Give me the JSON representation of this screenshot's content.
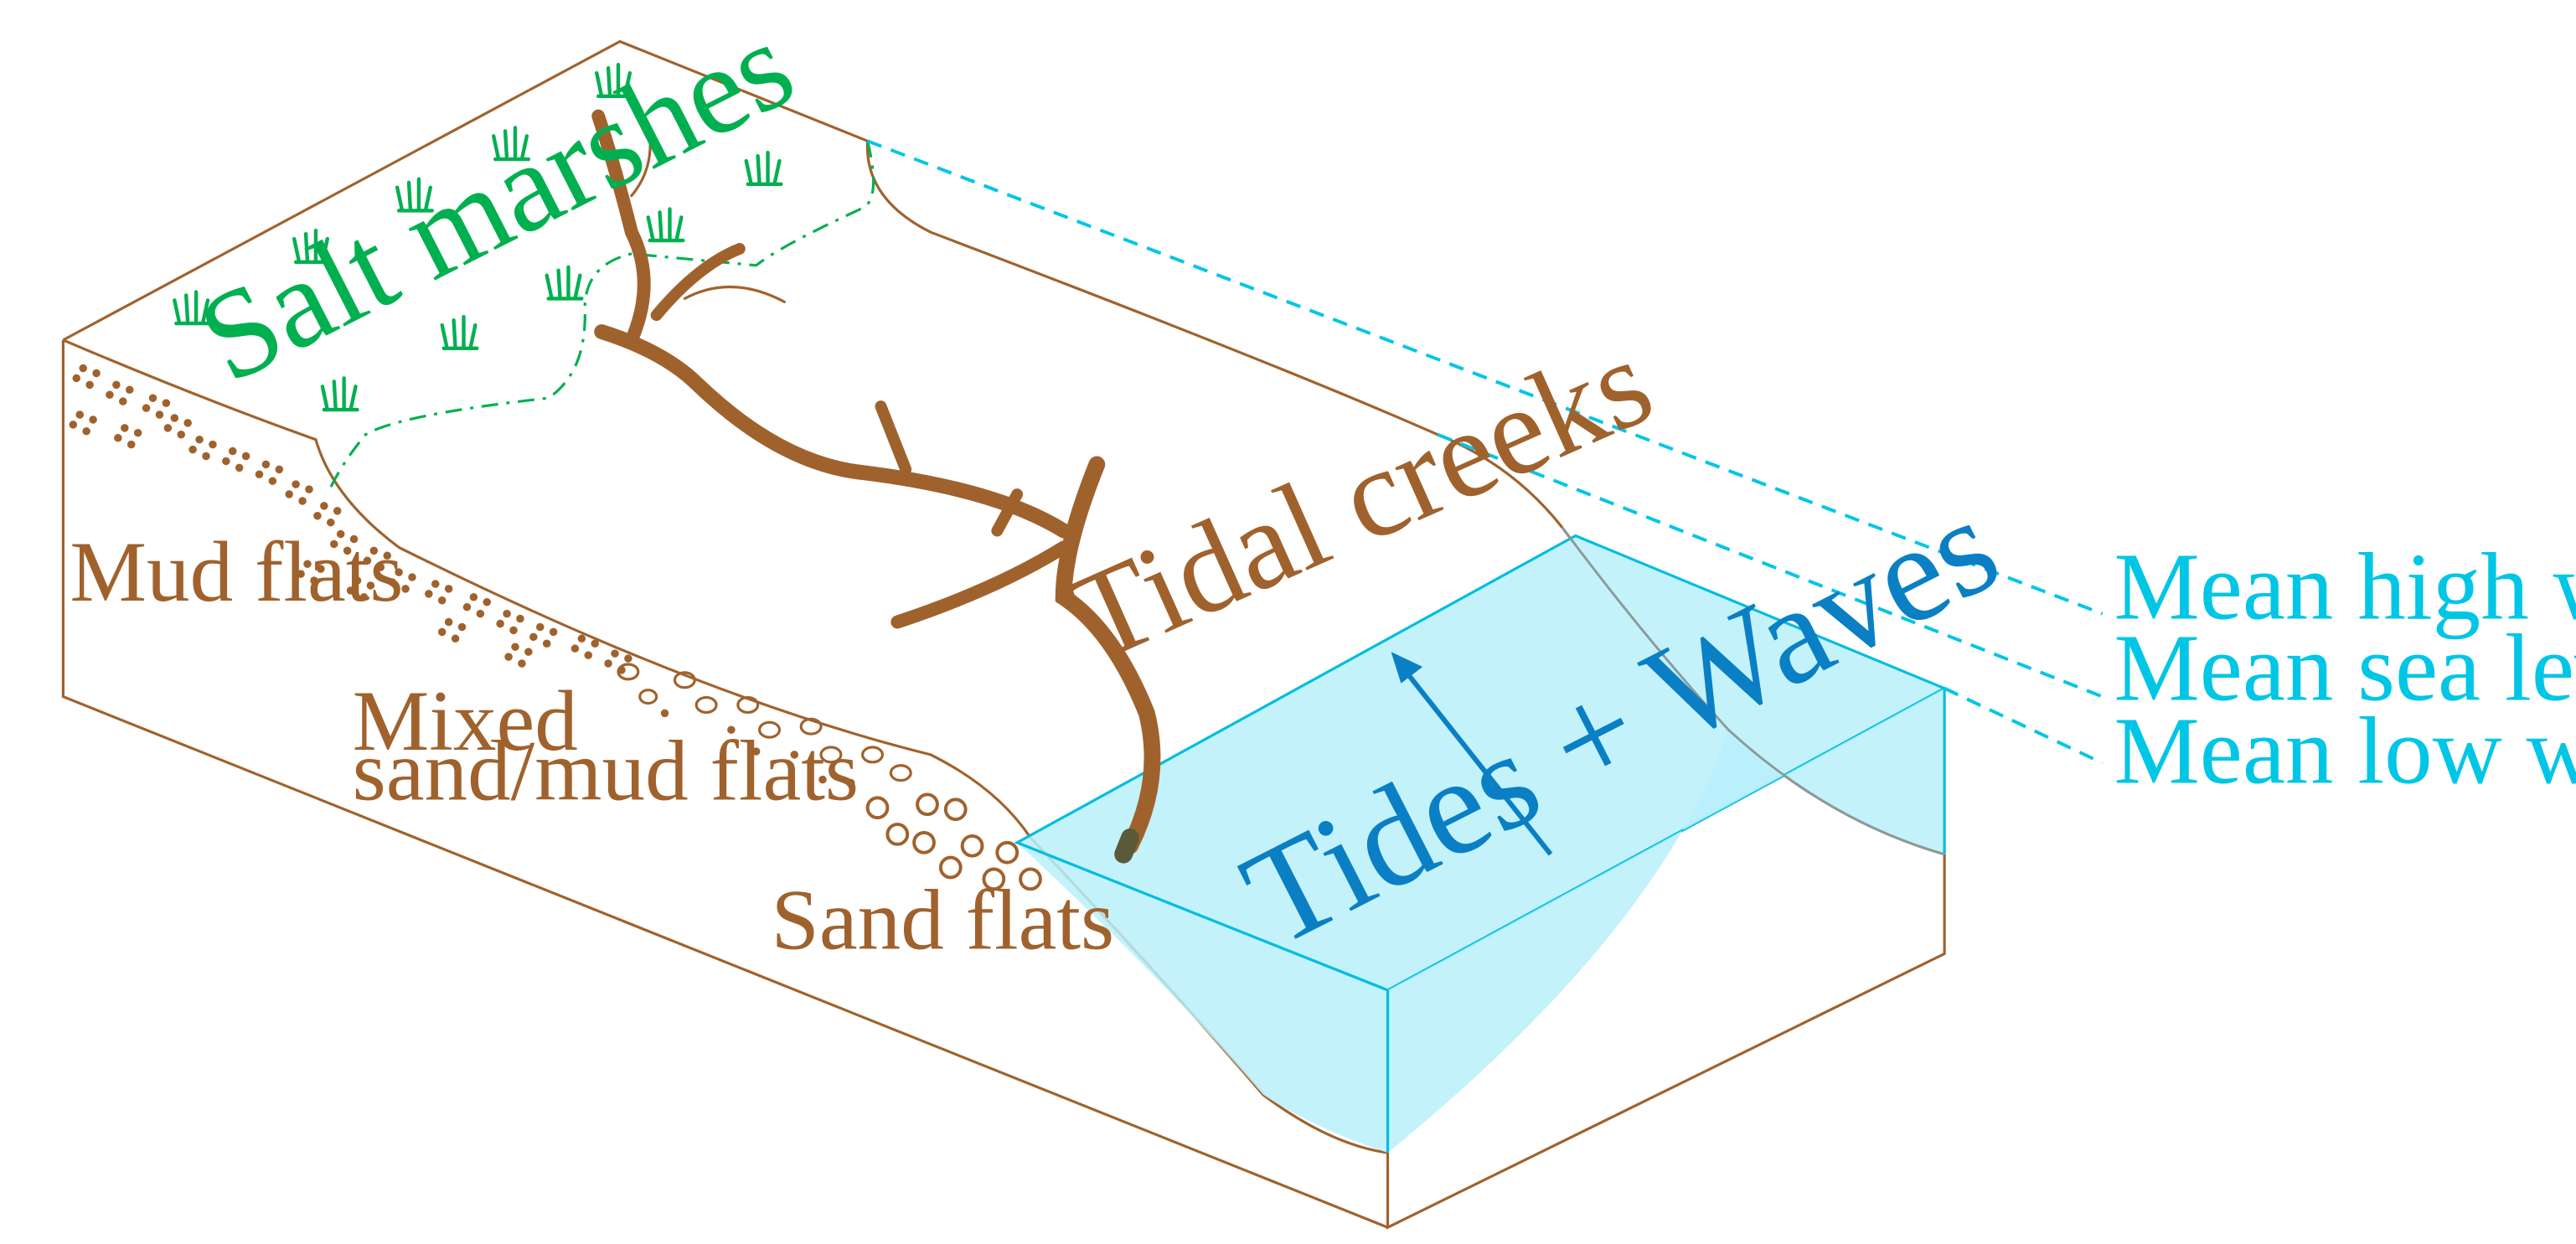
{
  "diagram": {
    "labels": {
      "salt_marshes": "Salt marshes",
      "tidal_creeks": "Tidal creeks",
      "mud_flats": "Mud flats",
      "mixed_line1": "Mixed",
      "mixed_line2": "sand/mud flats",
      "sand_flats": "Sand flats",
      "tides_waves": "Tides + Waves"
    },
    "levels": {
      "high": "Mean high water",
      "sea": "Mean sea level",
      "low": "Mean low water"
    },
    "colors": {
      "soil_outline": "#a0622d",
      "creek": "#a0622d",
      "marsh_green": "#00b050",
      "water_fill": "#b9f0fa",
      "water_edge": "#00bde0",
      "level_lines": "#00c6e6",
      "arrow": "#0b7fc4"
    },
    "icons": [
      "grass-icon",
      "arrow-up-icon"
    ]
  }
}
